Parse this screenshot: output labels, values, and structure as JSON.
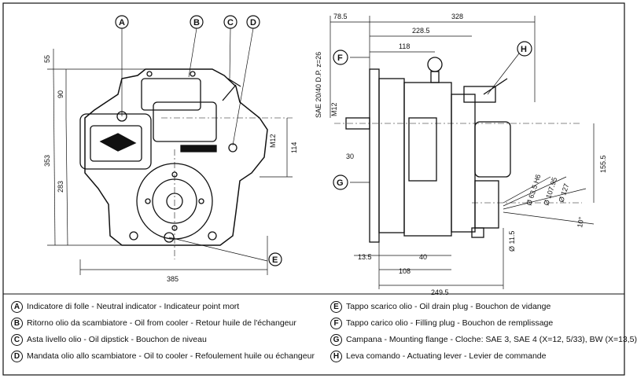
{
  "callouts": {
    "A": "A",
    "B": "B",
    "C": "C",
    "D": "D",
    "E": "E",
    "F": "F",
    "G": "G",
    "H": "H"
  },
  "dimensions": {
    "front": {
      "d55": "55",
      "d90": "90",
      "d353": "353",
      "d283": "283",
      "d385": "385",
      "d114": "114",
      "m12": "M12"
    },
    "side": {
      "d78_5": "78.5",
      "d328": "328",
      "d228_5": "228.5",
      "d118": "118",
      "sae": "SAE 20/40 D.P. z=26",
      "m12": "M12",
      "d30": "30",
      "d13_5": "13.5",
      "d40": "40",
      "d108": "108",
      "d249_5": "249.5",
      "d155_5": "155.5",
      "d63_5": "Ø 63.5 H6",
      "d107_95": "Ø 107.95",
      "d127": "Ø 127",
      "d11_5": "Ø 11.5",
      "angle": "10°"
    }
  },
  "legend": [
    {
      "letter": "A",
      "text": "Indicatore di folle - Neutral indicator - Indicateur point mort"
    },
    {
      "letter": "B",
      "text": "Ritorno olio da scambiatore - Oil from cooler - Retour huile de l'échangeur"
    },
    {
      "letter": "C",
      "text": "Asta livello olio - Oil dipstick - Bouchon de niveau"
    },
    {
      "letter": "D",
      "text": "Mandata olio allo scambiatore - Oil to cooler - Refoulement huile ou échangeur"
    },
    {
      "letter": "E",
      "text": "Tappo scarico olio - Oil drain plug - Bouchon de vidange"
    },
    {
      "letter": "F",
      "text": "Tappo carico olio - Filling plug - Bouchon de remplissage"
    },
    {
      "letter": "G",
      "text": "Campana - Mounting flange - Cloche: SAE 3, SAE 4 (X=12, 5/33), BW (X=13,5)"
    },
    {
      "letter": "H",
      "text": "Leva comando - Actuating lever - Levier de commande"
    }
  ]
}
